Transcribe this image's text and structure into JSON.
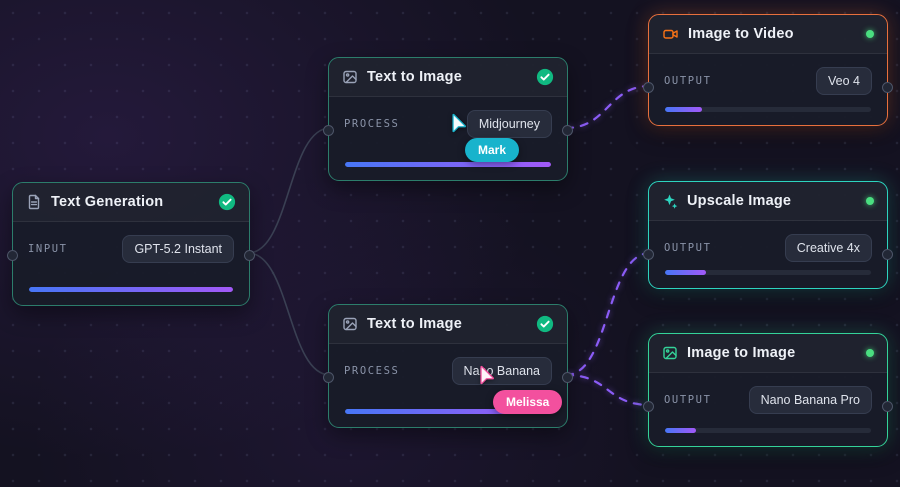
{
  "canvas": {
    "background": "#141221",
    "dot_grid_color": "#2a2f3e"
  },
  "edges": {
    "active_color": "#8b5cf6",
    "inactive_color": "#3a4053"
  },
  "status_colors": {
    "check_badge": "#10b981",
    "active_dot": "#4ade80"
  },
  "nodes": [
    {
      "title": "Text Generation",
      "icon": "file-text-icon",
      "status": "complete-check",
      "field_label": "INPUT",
      "field_value": "GPT-5.2 Instant",
      "progress_percent": 100,
      "accent_color": "#2c7d6b",
      "icon_color": "#9aa3b8"
    },
    {
      "title": "Text to Image",
      "icon": "image-icon",
      "status": "complete-check",
      "field_label": "PROCESS",
      "field_value": "Midjourney",
      "progress_percent": 100,
      "accent_color": "#2c7d6b",
      "icon_color": "#9aa3b8"
    },
    {
      "title": "Text to Image",
      "icon": "image-icon",
      "status": "complete-check",
      "field_label": "PROCESS",
      "field_value": "Nano Banana",
      "progress_percent": 100,
      "accent_color": "#2c7d6b",
      "icon_color": "#9aa3b8"
    },
    {
      "title": "Image to Video",
      "icon": "video-camera-icon",
      "status": "active-dot",
      "field_label": "OUTPUT",
      "field_value": "Veo 4",
      "progress_percent": 18,
      "accent_color": "#e8703d",
      "icon_color": "#f97316"
    },
    {
      "title": "Upscale Image",
      "icon": "sparkles-icon",
      "status": "active-dot",
      "field_label": "OUTPUT",
      "field_value": "Creative 4x",
      "progress_percent": 20,
      "accent_color": "#2dd4bf",
      "icon_color": "#2dd4bf"
    },
    {
      "title": "Image to Image",
      "icon": "image-icon",
      "status": "active-dot",
      "field_label": "OUTPUT",
      "field_value": "Nano Banana Pro",
      "progress_percent": 15,
      "accent_color": "#34d399",
      "icon_color": "#34d399"
    }
  ],
  "cursors": [
    {
      "label": "Mark",
      "color": "#18b3cc"
    },
    {
      "label": "Melissa",
      "color": "#f3509e"
    }
  ]
}
